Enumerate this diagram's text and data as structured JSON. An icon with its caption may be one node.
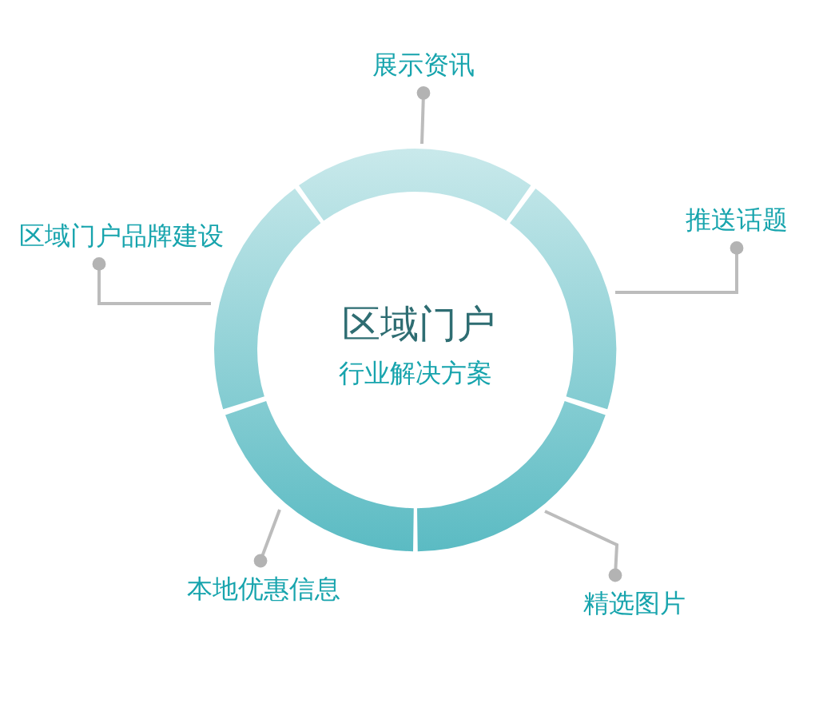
{
  "diagram": {
    "nodes": [
      {
        "text": [
          "展示资讯"
        ]
      },
      {
        "text": [
          "区域门户品牌建设"
        ]
      },
      {
        "text": [
          "推送话题"
        ]
      },
      {
        "text": [
          "本地优惠信息"
        ]
      },
      {
        "text": [
          "精选图片"
        ]
      },
      {
        "text": [],
        "shape": "arc"
      },
      {
        "text": [],
        "shape": "arc"
      },
      {
        "text": [],
        "shape": "arc"
      },
      {
        "text": [],
        "shape": "arc"
      },
      {
        "text": [],
        "shape": "arc"
      }
    ],
    "edges": [
      {
        "from": 0,
        "to": 5,
        "arrow": "other"
      },
      {
        "from": 1,
        "to": 6,
        "arrow": "other"
      },
      {
        "from": 2,
        "to": 7,
        "arrow": "other"
      },
      {
        "from": 3,
        "to": 8,
        "arrow": "other"
      },
      {
        "from": 4,
        "to": 9,
        "arrow": "other"
      }
    ],
    "labels": [
      "区域门户",
      "行业解决方案"
    ]
  }
}
